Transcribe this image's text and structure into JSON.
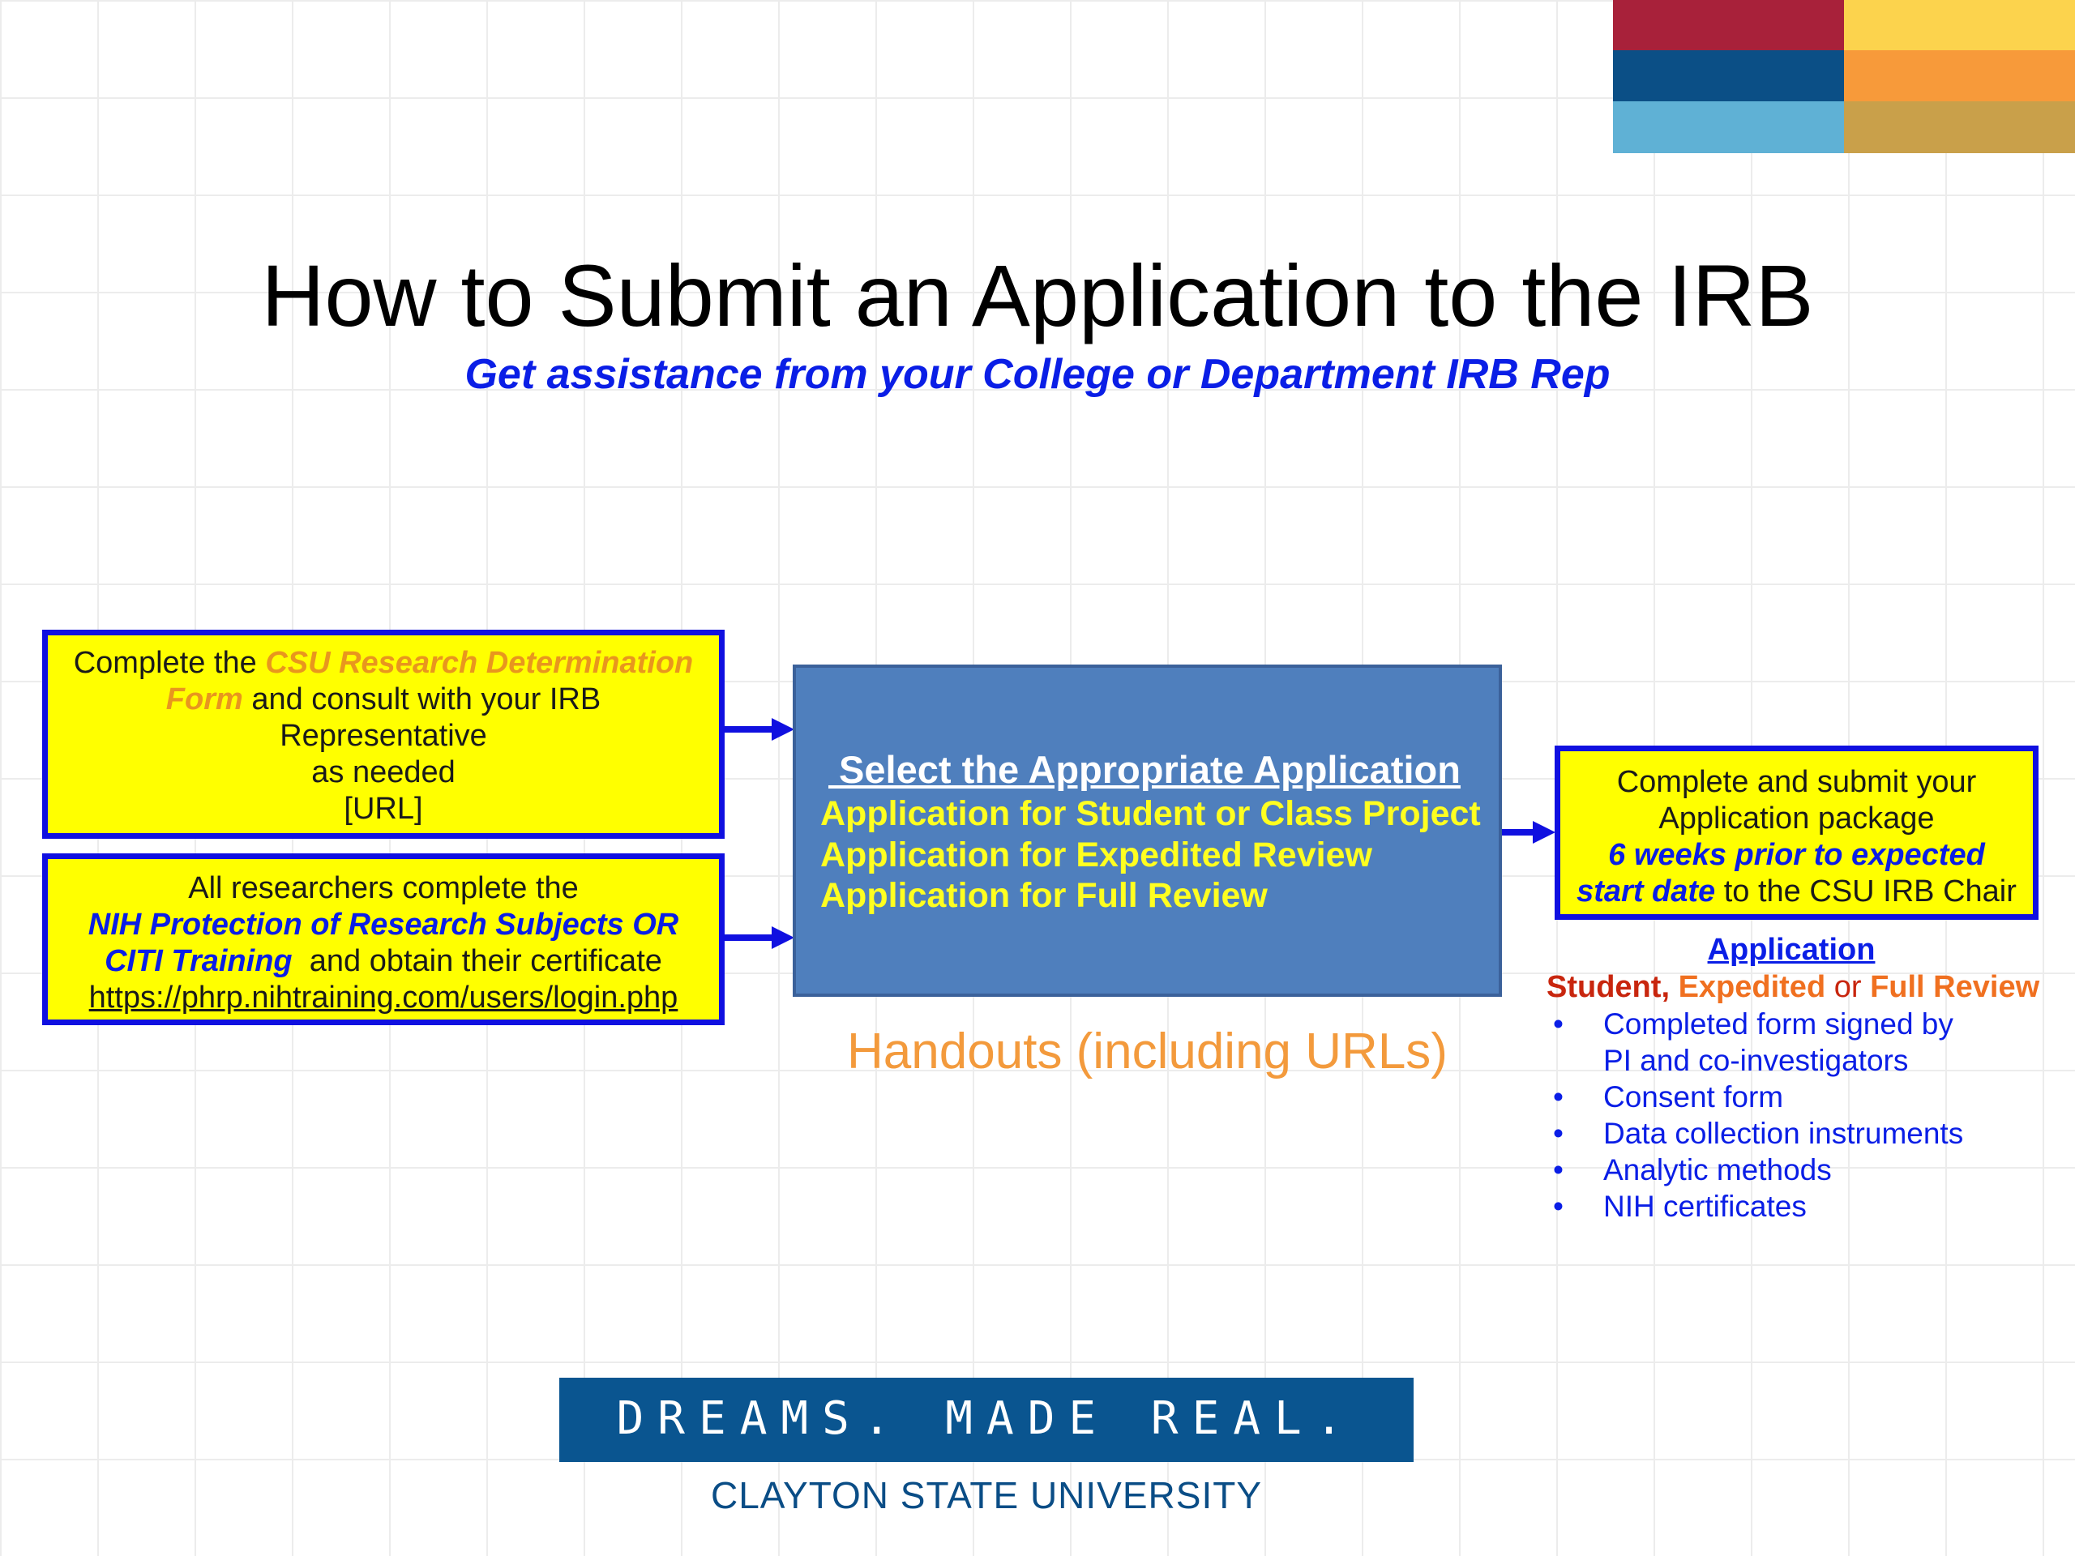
{
  "colors": {
    "blocks": [
      "#a8213a",
      "#fcd34d",
      "#0b4f86",
      "#f79a3a",
      "#5fb1d5",
      "#c9a04a"
    ],
    "accent_blue": "#0a1ee6",
    "box_yellow": "#ffff00",
    "box_border": "#1010e0",
    "panel_blue": "#4f7fbd",
    "orange": "#f39a3c",
    "banner": "#0a5590"
  },
  "title": "How to Submit an Application to the IRB",
  "subtitle": "Get assistance from your College or Department IRB Rep",
  "box1": {
    "prefix": "Complete the ",
    "form_name_1": "CSU Research Determination",
    "form_name_2": "Form",
    "rest_1": " and consult with your IRB",
    "line3": "Representative",
    "line4": "as needed",
    "line5": "[URL]"
  },
  "box2": {
    "line1": "All researchers complete the",
    "line2": "NIH Protection of Research Subjects OR",
    "line3a": "CITI Training",
    "line3b": "  and obtain their certificate",
    "link": "https://phrp.nihtraining.com/users/login.php"
  },
  "center": {
    "heading": " Select the Appropriate Application",
    "options": [
      "Application for Student or Class Project",
      "Application for Expedited Review",
      "Application for Full Review"
    ],
    "handouts": "Handouts (including URLs)"
  },
  "box3": {
    "line1": "Complete and submit your",
    "line2": "Application package",
    "line3": "6 weeks prior to expected",
    "line4a": "start date",
    "line4b": " to the CSU IRB Chair"
  },
  "right": {
    "heading": "Application",
    "types": {
      "student": "Student",
      "comma": ", ",
      "expedited": "Expedited",
      "or": " or ",
      "full": "Full Review"
    },
    "bullet": "•",
    "items": [
      "Completed form signed by",
      "PI and co-investigators",
      "Consent form",
      "Data collection instruments",
      "Analytic methods",
      "NIH certificates"
    ]
  },
  "footer": {
    "slogan": "DREAMS. MADE REAL.",
    "university": "CLAYTON STATE UNIVERSITY"
  }
}
